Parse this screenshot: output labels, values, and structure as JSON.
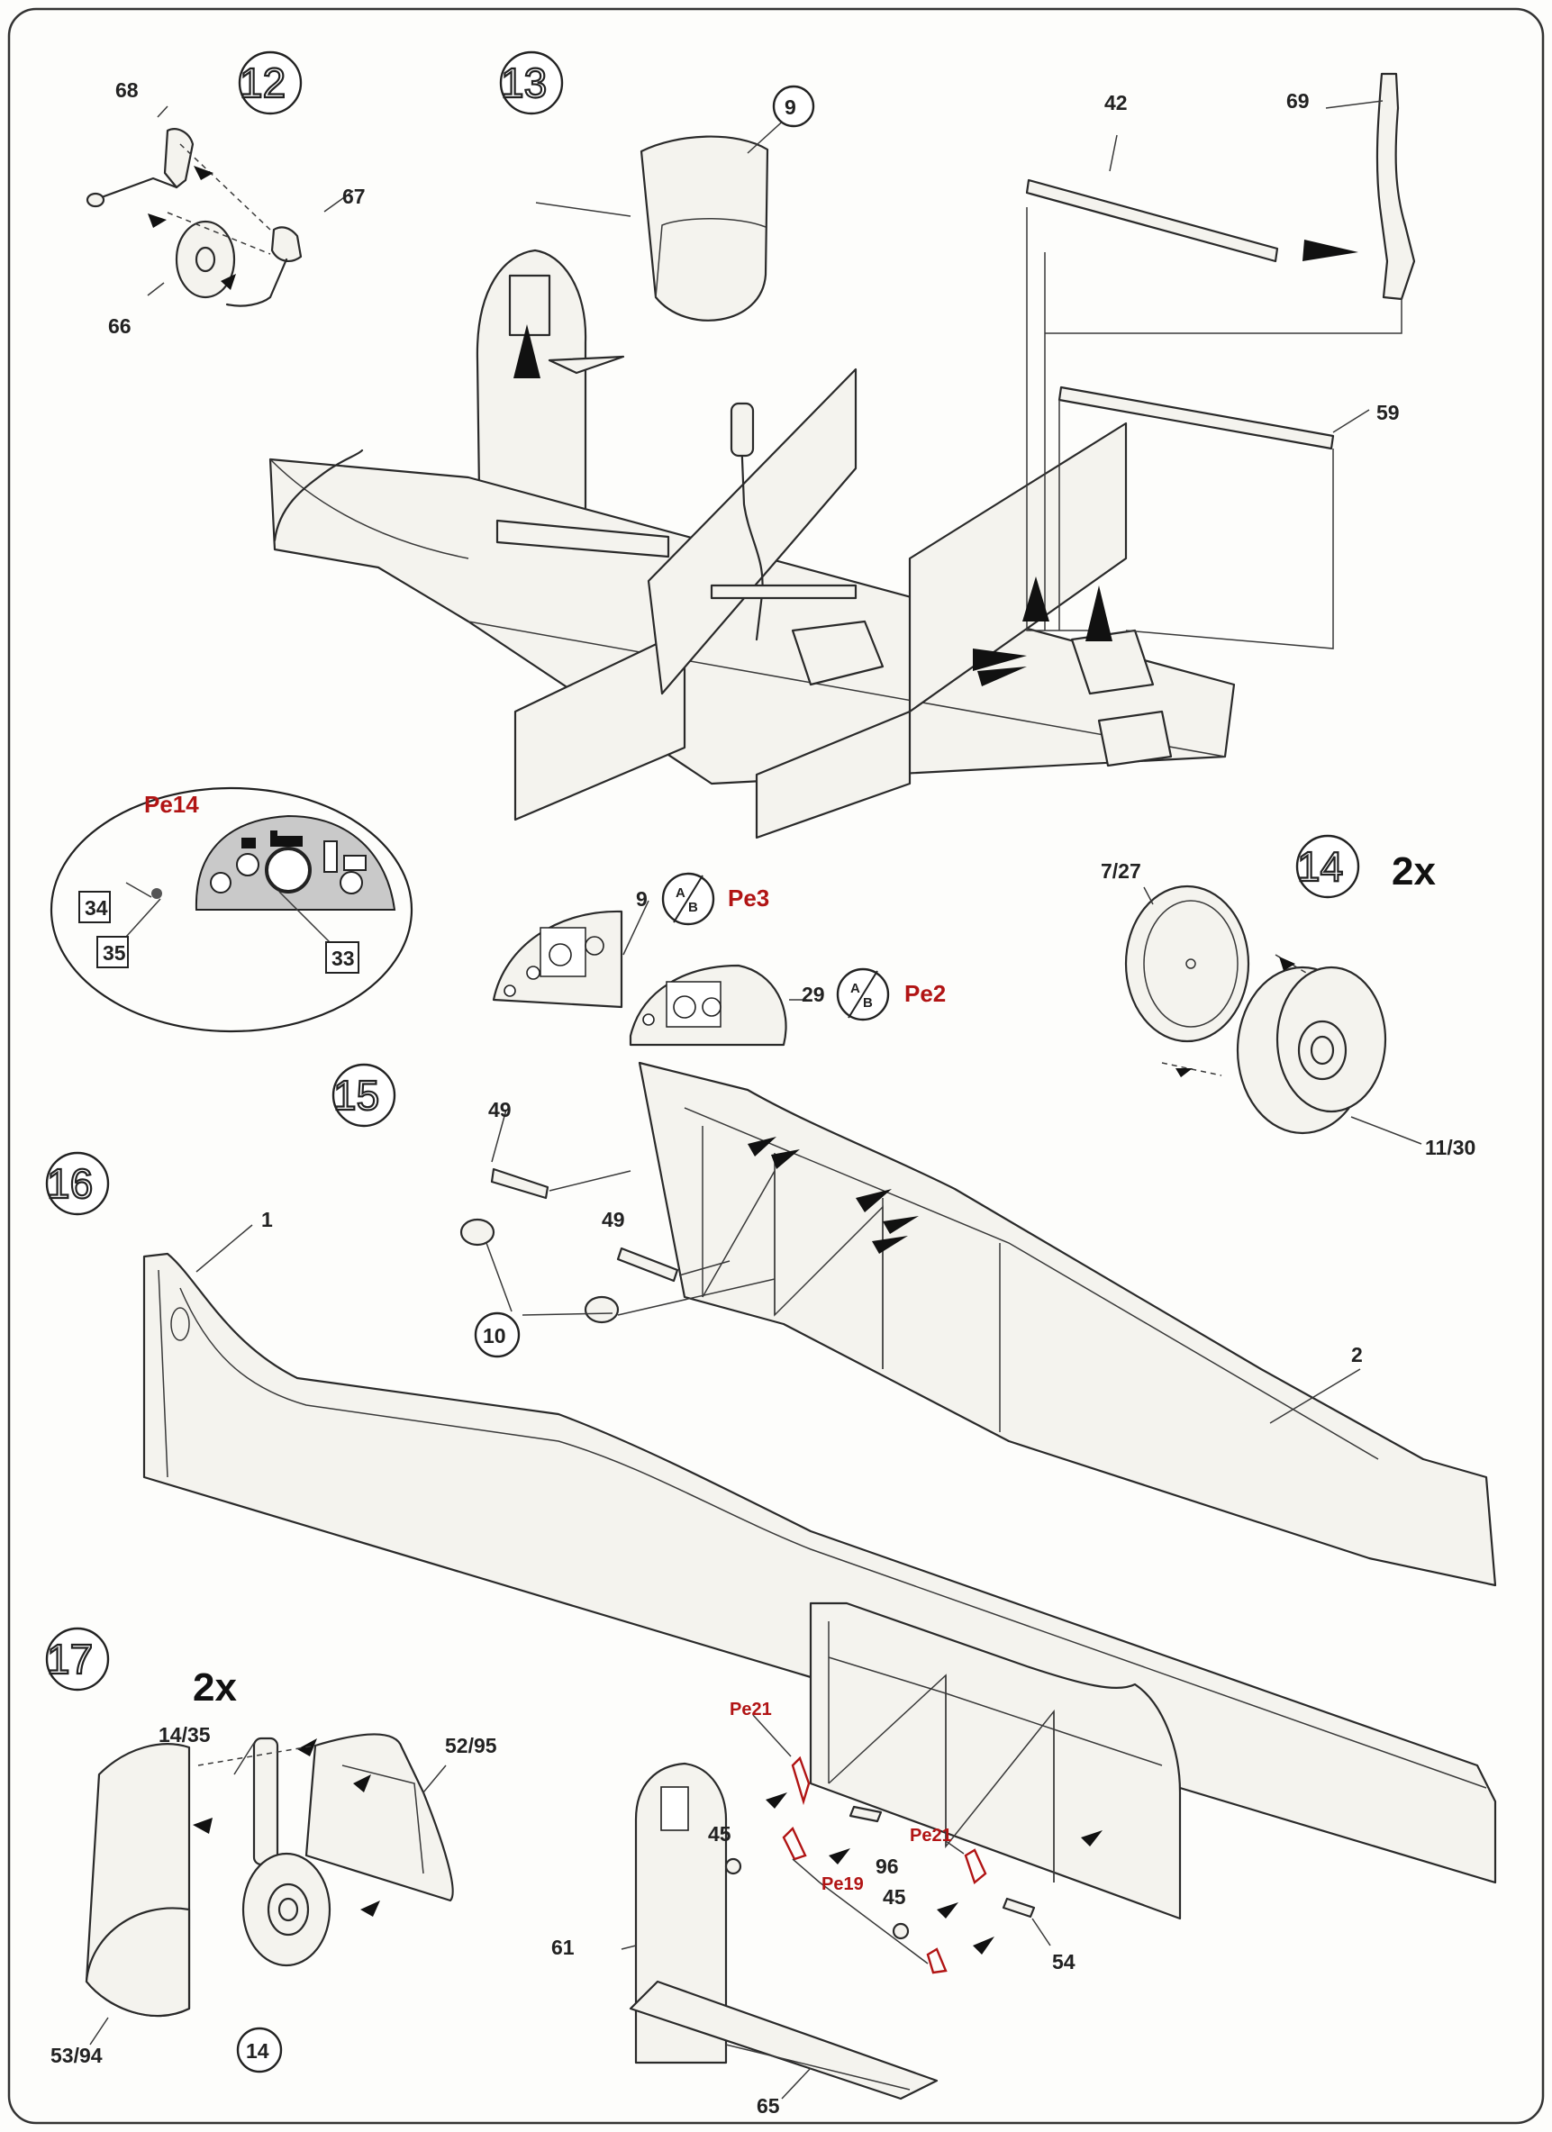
{
  "steps": [
    {
      "number": "12"
    },
    {
      "number": "13"
    },
    {
      "number": "14",
      "multiplier": "2x"
    },
    {
      "number": "15"
    },
    {
      "number": "16"
    },
    {
      "number": "17",
      "multiplier": "2x"
    }
  ],
  "part_labels": {
    "p68": "68",
    "p67": "67",
    "p66": "66",
    "p9c": "9",
    "p42": "42",
    "p69": "69",
    "p59": "59",
    "p7_27": "7/27",
    "p11_30": "11/30",
    "p9": "9",
    "p29": "29",
    "p49a": "49",
    "p49b": "49",
    "p10": "10",
    "p1": "1",
    "p2": "2",
    "p14_35": "14/35",
    "p52_95": "52/95",
    "p53_94": "53/94",
    "p14c": "14",
    "p45a": "45",
    "p45b": "45",
    "p96": "96",
    "p61": "61",
    "p54": "54",
    "p65": "65"
  },
  "photo_etch_labels": {
    "pe14": "Pe14",
    "pe3": "Pe3",
    "pe2": "Pe2",
    "pe21a": "Pe21",
    "pe21b": "Pe21",
    "pe19": "Pe19"
  },
  "decal_labels": {
    "d34": "34",
    "d35": "35",
    "d33": "33"
  },
  "option_marks": {
    "a": "A",
    "b": "B"
  },
  "colors": {
    "ink": "#2a2a2a",
    "photo_etch": "#b11414",
    "paper": "#fdfdfb",
    "stipple": "#c9c9c9"
  }
}
